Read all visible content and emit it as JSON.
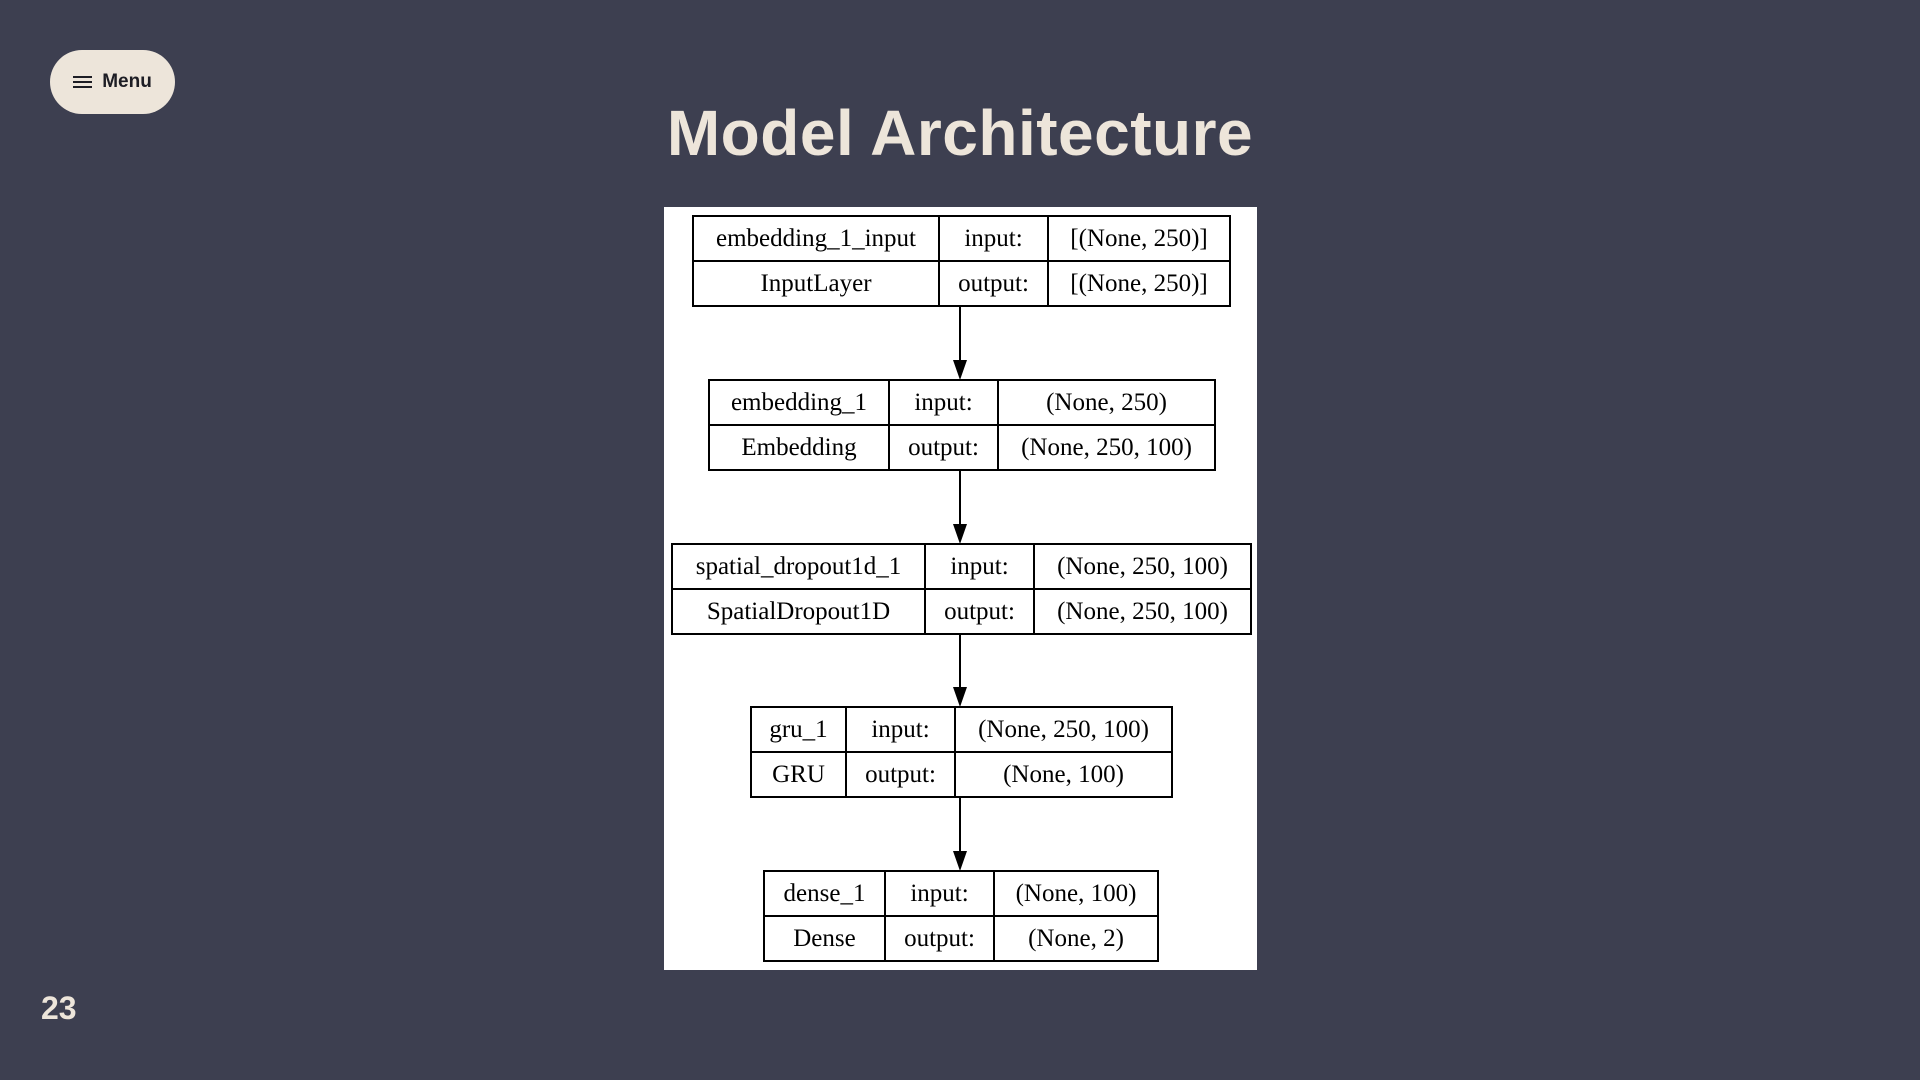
{
  "menu": {
    "label": "Menu",
    "icon": "hamburger-icon"
  },
  "title": "Model Architecture",
  "slide_number": "23",
  "diagram": {
    "layers": [
      {
        "name": "embedding_1_input",
        "type": "InputLayer",
        "input_label": "input:",
        "output_label": "output:",
        "input_shape": "[(None, 250)]",
        "output_shape": "[(None, 250)]"
      },
      {
        "name": "embedding_1",
        "type": "Embedding",
        "input_label": "input:",
        "output_label": "output:",
        "input_shape": "(None, 250)",
        "output_shape": "(None, 250, 100)"
      },
      {
        "name": "spatial_dropout1d_1",
        "type": "SpatialDropout1D",
        "input_label": "input:",
        "output_label": "output:",
        "input_shape": "(None, 250, 100)",
        "output_shape": "(None, 250, 100)"
      },
      {
        "name": "gru_1",
        "type": "GRU",
        "input_label": "input:",
        "output_label": "output:",
        "input_shape": "(None, 250, 100)",
        "output_shape": "(None, 100)"
      },
      {
        "name": "dense_1",
        "type": "Dense",
        "input_label": "input:",
        "output_label": "output:",
        "input_shape": "(None, 100)",
        "output_shape": "(None, 2)"
      }
    ]
  },
  "colors": {
    "background": "#3d3f50",
    "accent": "#ede5da",
    "diagram_bg": "#ffffff"
  }
}
